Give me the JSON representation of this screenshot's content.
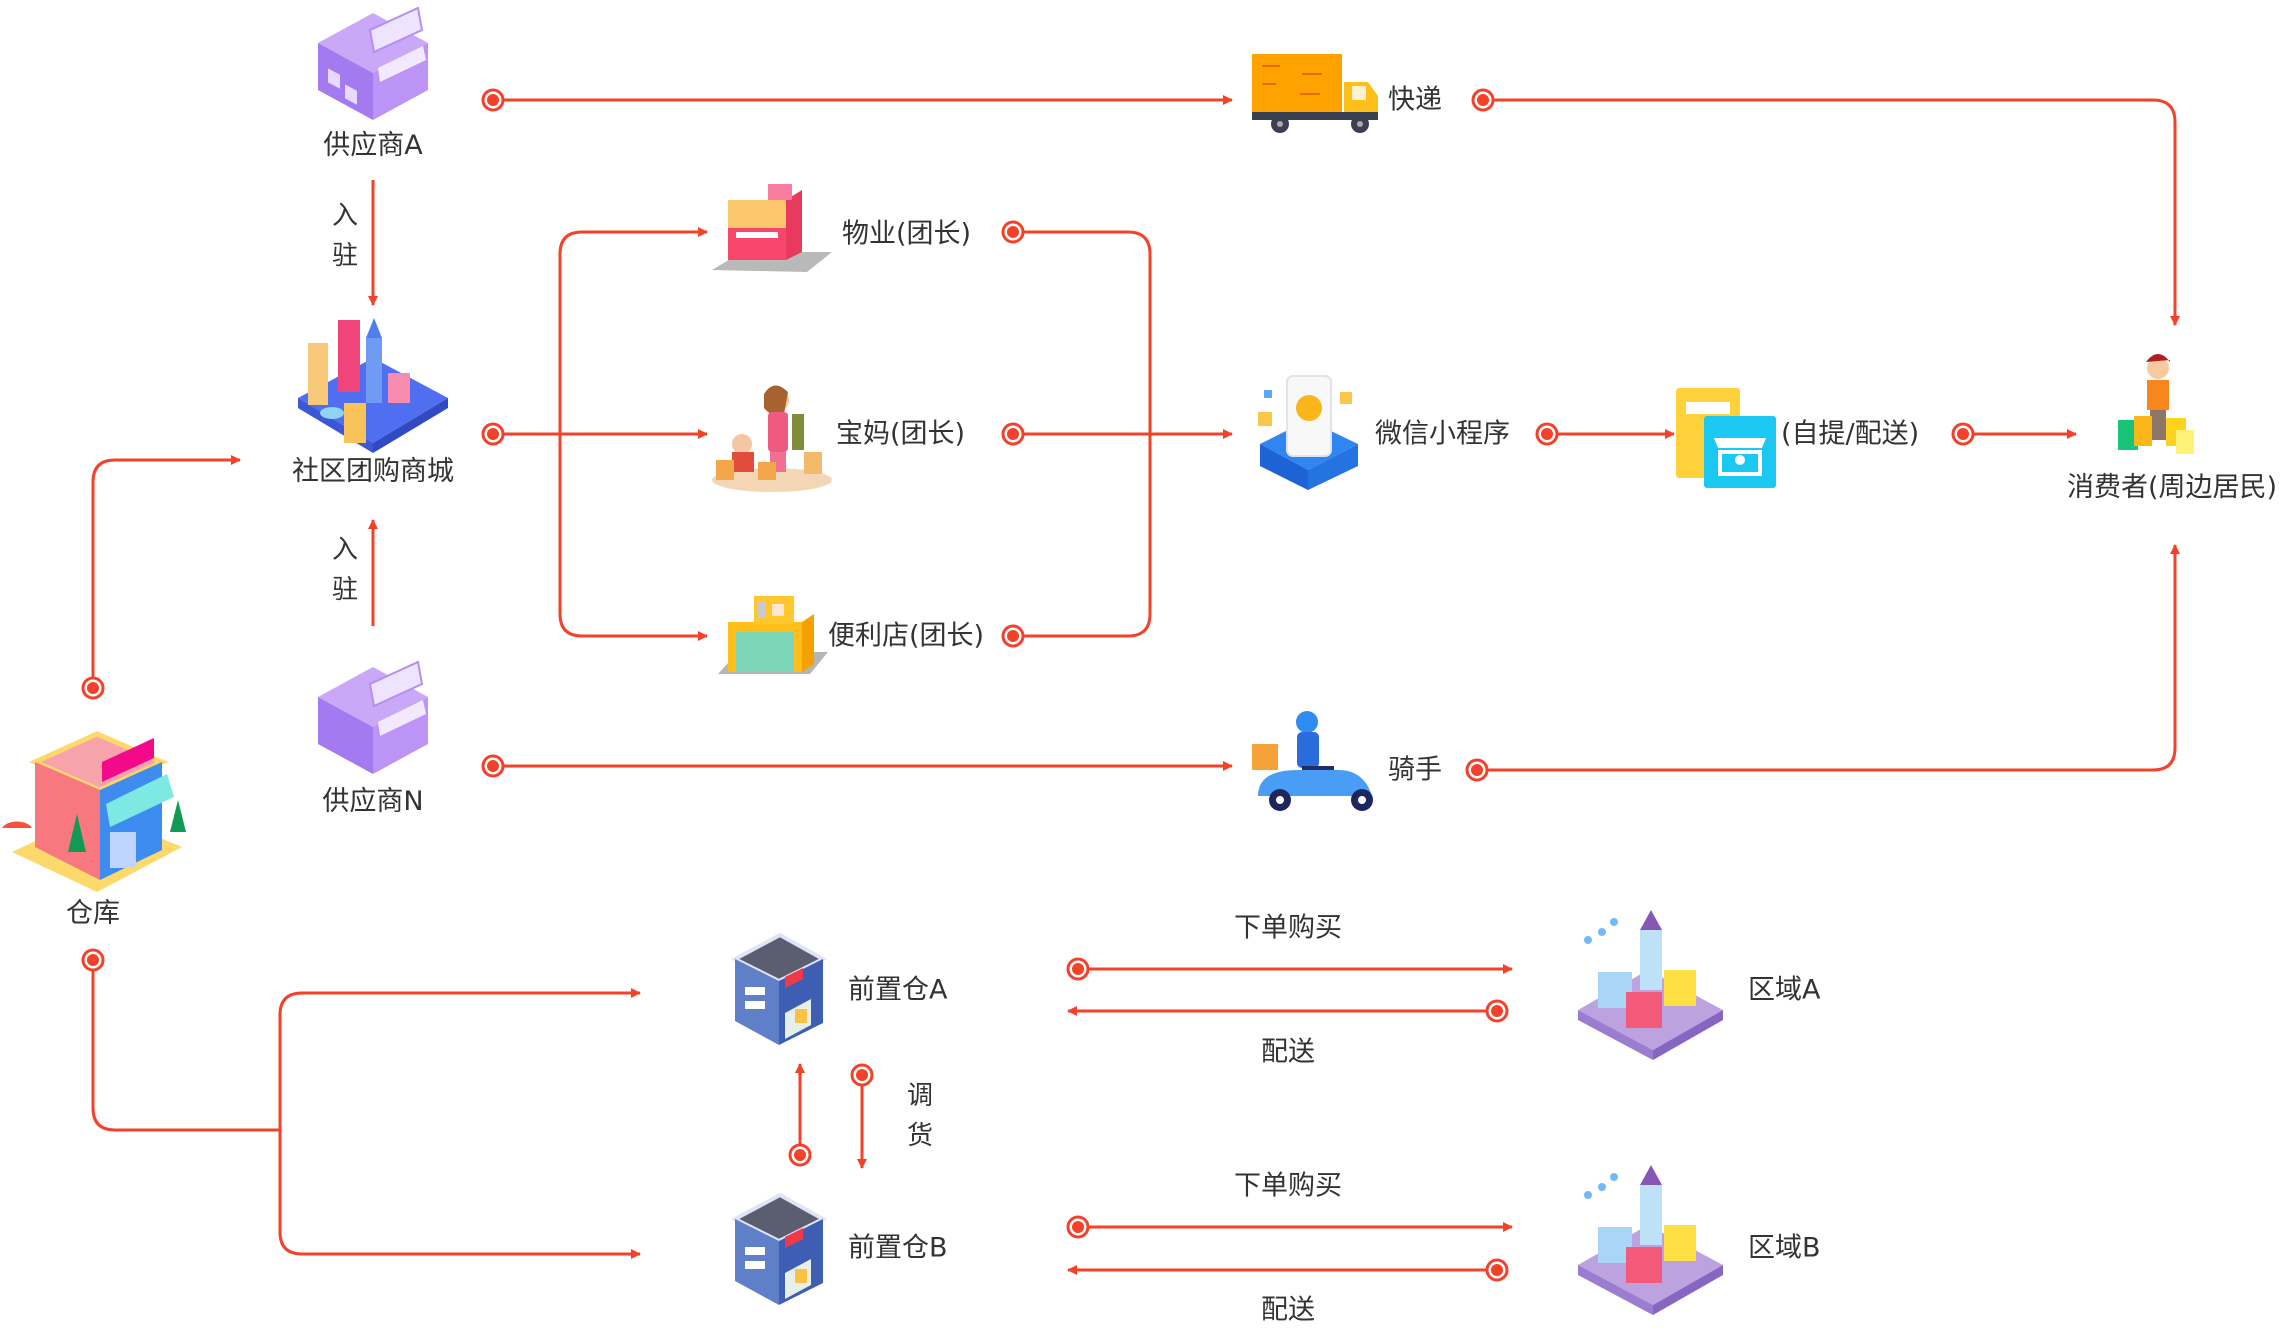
{
  "colors": {
    "flow": "#f3412a",
    "text": "#333333"
  },
  "nodes": {
    "supplier_a": {
      "label": "供应商A",
      "icon": "purple-shop-icon"
    },
    "supplier_n": {
      "label": "供应商N",
      "icon": "purple-shop-icon"
    },
    "community_mall": {
      "label": "社区团购商城",
      "icon": "city-buildings-icon"
    },
    "warehouse": {
      "label": "仓库",
      "icon": "warehouse-store-icon"
    },
    "property_leader": {
      "label": "物业(团长)",
      "icon": "property-building-icon"
    },
    "mom_leader": {
      "label": "宝妈(团长)",
      "icon": "mother-child-icon"
    },
    "store_leader": {
      "label": "便利店(团长)",
      "icon": "convenience-store-icon"
    },
    "express": {
      "label": "快递",
      "icon": "delivery-truck-icon"
    },
    "rider": {
      "label": "骑手",
      "icon": "scooter-rider-icon"
    },
    "wechat_mini": {
      "label": "微信小程序",
      "icon": "mini-program-phone-icon"
    },
    "pickup": {
      "label": "(自提/配送)",
      "icon": "pickup-store-icon"
    },
    "consumer": {
      "label": "消费者(周边居民)",
      "icon": "shopper-icon"
    },
    "front_wh_a": {
      "label": "前置仓A",
      "icon": "front-warehouse-icon"
    },
    "front_wh_b": {
      "label": "前置仓B",
      "icon": "front-warehouse-icon"
    },
    "region_a": {
      "label": "区域A",
      "icon": "isometric-district-icon"
    },
    "region_b": {
      "label": "区域B",
      "icon": "isometric-district-icon"
    }
  },
  "edge_labels": {
    "settle_in": [
      "入",
      "驻"
    ],
    "transfer": [
      "调",
      "货"
    ],
    "order": "下单购买",
    "deliver": "配送"
  },
  "edges": [
    {
      "from": "supplier_a",
      "to": "express"
    },
    {
      "from": "express",
      "to": "consumer"
    },
    {
      "from": "supplier_a",
      "to": "community_mall",
      "label": "入驻"
    },
    {
      "from": "supplier_n",
      "to": "community_mall",
      "label": "入驻"
    },
    {
      "from": "warehouse",
      "to": "community_mall"
    },
    {
      "from": "community_mall",
      "to": "property_leader"
    },
    {
      "from": "community_mall",
      "to": "mom_leader"
    },
    {
      "from": "community_mall",
      "to": "store_leader"
    },
    {
      "from": "property_leader",
      "to": "wechat_mini"
    },
    {
      "from": "mom_leader",
      "to": "wechat_mini"
    },
    {
      "from": "store_leader",
      "to": "wechat_mini"
    },
    {
      "from": "wechat_mini",
      "to": "pickup"
    },
    {
      "from": "pickup",
      "to": "consumer"
    },
    {
      "from": "supplier_n",
      "to": "rider"
    },
    {
      "from": "rider",
      "to": "consumer"
    },
    {
      "from": "warehouse",
      "to": "front_wh_a"
    },
    {
      "from": "warehouse",
      "to": "front_wh_b"
    },
    {
      "from": "front_wh_a",
      "to": "region_a",
      "label": "下单购买"
    },
    {
      "from": "region_a",
      "to": "front_wh_a",
      "label": "配送"
    },
    {
      "from": "front_wh_a",
      "to": "front_wh_b",
      "label": "调货"
    },
    {
      "from": "front_wh_b",
      "to": "front_wh_a",
      "label": "调货"
    },
    {
      "from": "front_wh_b",
      "to": "region_b",
      "label": "下单购买"
    },
    {
      "from": "region_b",
      "to": "front_wh_b",
      "label": "配送"
    }
  ]
}
